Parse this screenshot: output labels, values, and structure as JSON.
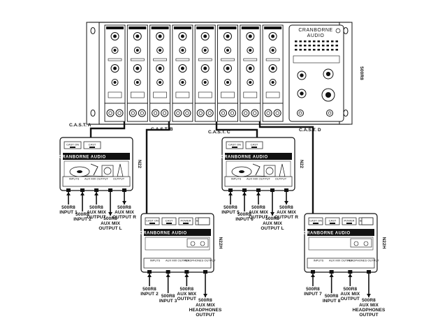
{
  "rack": {
    "model": "500R8",
    "brand_line1": "CRANBORNE",
    "brand_line2": "AUDIO"
  },
  "cast_labels": [
    "C.A.S.T. A",
    "C.A.S.T. B",
    "C.A.S.T. C",
    "C.A.S.T. D"
  ],
  "units": [
    {
      "model": "N22",
      "brand": "CRANBORNE AUDIO",
      "buttons": [
        "CAST ON",
        "CAST"
      ],
      "io_labels": [
        "INPUTS",
        "AUX MIX OUTPUT",
        "OUTPUT"
      ],
      "connections": [
        [
          "500R8",
          "INPUT 1"
        ],
        [
          "500R8",
          "INPUT 2"
        ],
        [
          "500R8",
          "AUX MIX",
          "OUTPUT"
        ],
        [
          "500R8",
          "AUX MIX",
          "OUTPUT L"
        ],
        [
          "500R8",
          "AUX MIX",
          "OUTPUT R"
        ]
      ]
    },
    {
      "model": "N22H",
      "brand": "CRANBORNE AUDIO",
      "buttons": [
        "CAST ON",
        "CAST",
        "POWER",
        "BATTERY"
      ],
      "io_labels": [
        "INPUTS",
        "AUX MIX OUTPUT",
        "HEADPHONES OUTPUT"
      ],
      "connections": [
        [
          "500R8",
          "INPUT 2"
        ],
        [
          "500R8",
          "INPUT 3"
        ],
        [
          "500R8",
          "AUX MIX",
          "OUTPUT"
        ],
        [
          "500R8",
          "AUX MIX",
          "HEADPHONES",
          "OUTPUT"
        ]
      ]
    },
    {
      "model": "N22",
      "brand": "CRANBORNE AUDIO",
      "buttons": [
        "CAST ON",
        "CAST"
      ],
      "io_labels": [
        "INPUTS",
        "AUX MIX OUTPUT",
        "OUTPUT"
      ],
      "connections": [
        [
          "500R8",
          "INPUT 5"
        ],
        [
          "500R8",
          "INPUT 6"
        ],
        [
          "500R8",
          "AUX MIX",
          "OUTPUT"
        ],
        [
          "500R8",
          "AUX MIX",
          "OUTPUT L"
        ],
        [
          "500R8",
          "AUX MIX",
          "OUTPUT R"
        ]
      ]
    },
    {
      "model": "N22H",
      "brand": "CRANBORNE AUDIO",
      "buttons": [
        "CAST ON",
        "CAST",
        "POWER",
        "BATTERY"
      ],
      "io_labels": [
        "INPUTS",
        "AUX MIX OUTPUT",
        "HEADPHONES OUTPUT"
      ],
      "connections": [
        [
          "500R8",
          "INPUT 7"
        ],
        [
          "500R8",
          "INPUT 8"
        ],
        [
          "500R8",
          "AUX MIX",
          "OUTPUT"
        ],
        [
          "500R8",
          "AUX MIX",
          "HEADPHONES",
          "OUTPUT"
        ]
      ]
    }
  ]
}
